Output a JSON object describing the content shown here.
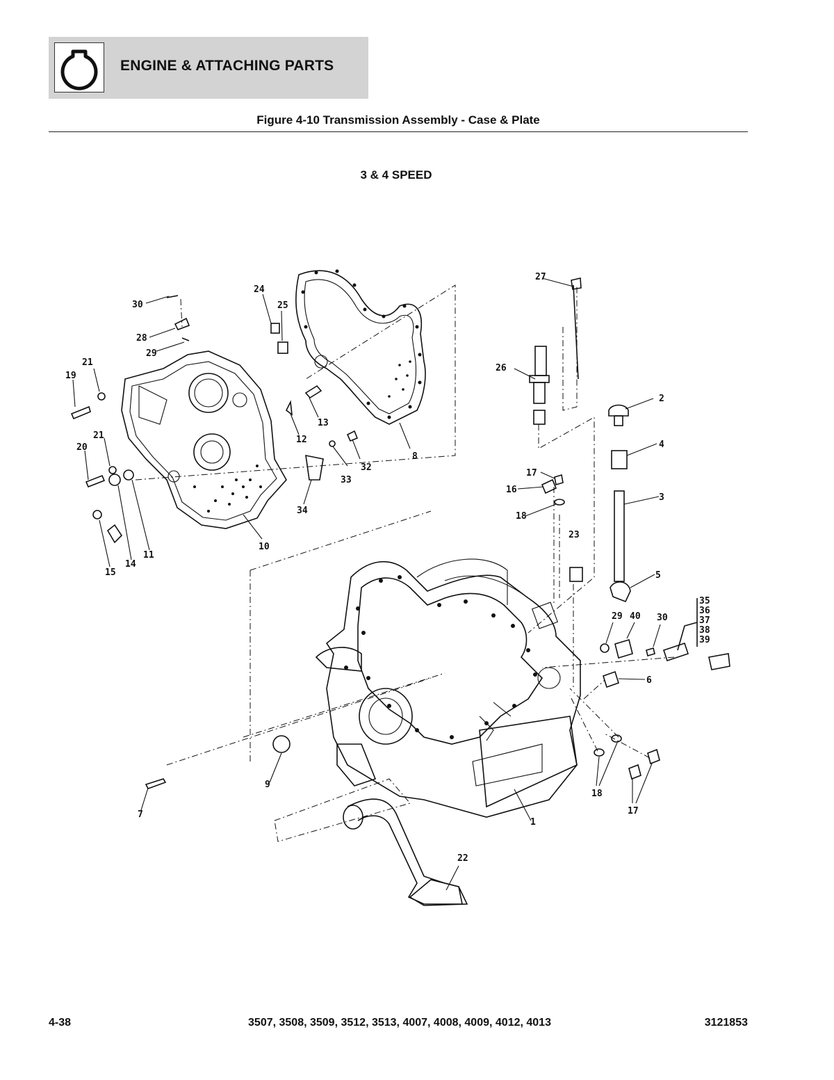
{
  "header": {
    "section_title": "ENGINE & ATTACHING PARTS",
    "logo_icon": "engine-section-icon"
  },
  "figure": {
    "title": "Figure 4-10 Transmission Assembly - Case & Plate",
    "subtitle": "3 & 4 SPEED"
  },
  "callouts": {
    "c1": "1",
    "c2": "2",
    "c3": "3",
    "c4": "4",
    "c5": "5",
    "c6": "6",
    "c7": "7",
    "c8": "8",
    "c9": "9",
    "c10": "10",
    "c11": "11",
    "c12": "12",
    "c13": "13",
    "c14": "14",
    "c15": "15",
    "c16": "16",
    "c17a": "17",
    "c17b": "17",
    "c18a": "18",
    "c18b": "18",
    "c19": "19",
    "c20": "20",
    "c21a": "21",
    "c21b": "21",
    "c22": "22",
    "c23": "23",
    "c24": "24",
    "c25": "25",
    "c26": "26",
    "c27": "27",
    "c28": "28",
    "c29a": "29",
    "c29b": "29",
    "c30a": "30",
    "c30b": "30",
    "c32": "32",
    "c33": "33",
    "c34": "34",
    "c40": "40",
    "group": [
      "35",
      "36",
      "37",
      "38",
      "39"
    ]
  },
  "footer": {
    "page_number": "4-38",
    "models": "3507, 3508, 3509, 3512, 3513, 4007, 4008, 4009, 4012, 4013",
    "manual_number": "3121853"
  }
}
